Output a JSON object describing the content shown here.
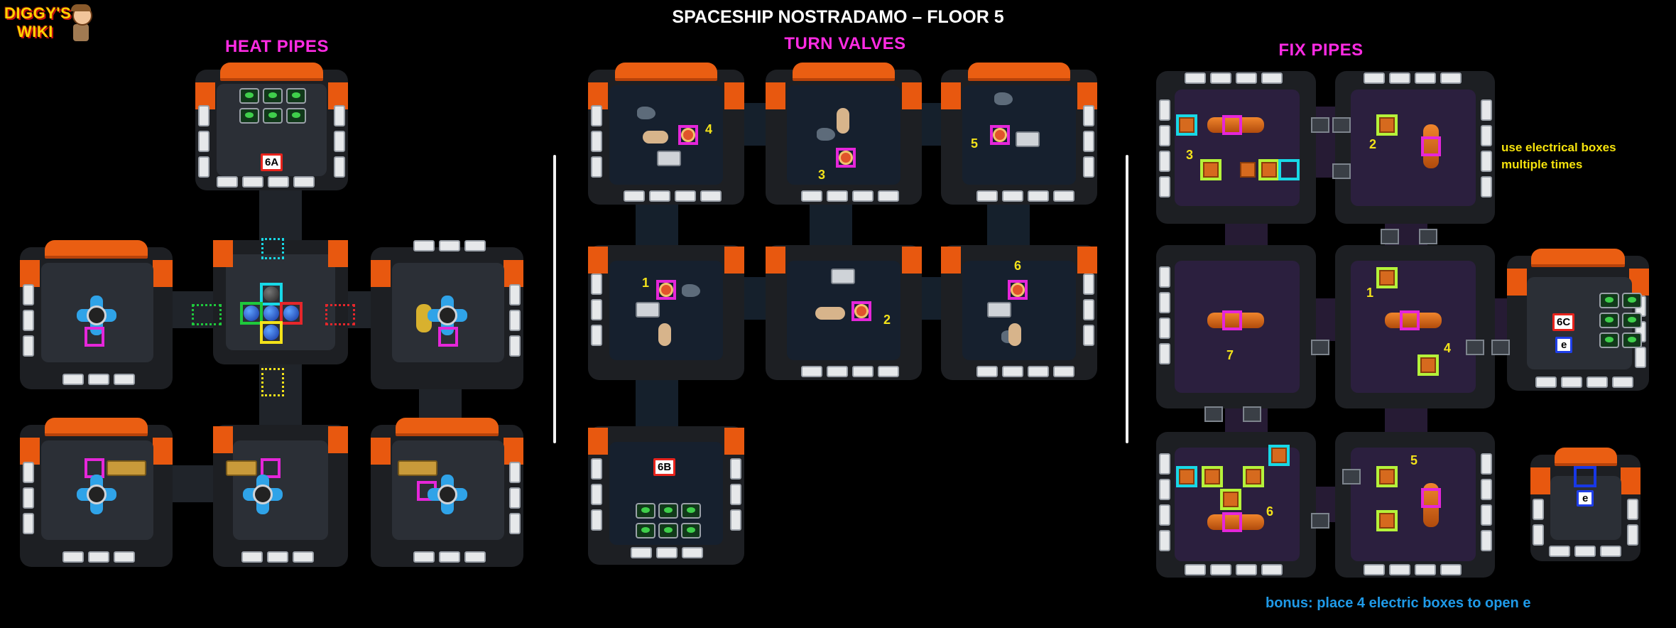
{
  "logo": {
    "line1": "DIGGY'S",
    "line2": "WIKI"
  },
  "title": "SPACESHIP NOSTRADAMO – FLOOR 5",
  "sections": {
    "heat_pipes": "HEAT PIPES",
    "turn_valves": "TURN VALVES",
    "fix_pipes": "FIX PIPES"
  },
  "labels": {
    "exit_6a": "6A",
    "exit_6b": "6B",
    "exit_6c": "6C",
    "e1": "e",
    "e2": "e"
  },
  "valve_numbers": [
    "1",
    "2",
    "3",
    "4",
    "5",
    "6"
  ],
  "fix_numbers": [
    "1",
    "2",
    "3",
    "4",
    "5",
    "6",
    "7"
  ],
  "notes": {
    "electrical_line1": "use electrical boxes",
    "electrical_line2": "multiple times",
    "bonus": "bonus: place 4 electric boxes to open e"
  },
  "colors": {
    "magenta": "#e526d9",
    "yellow": "#f3e21a",
    "cyan": "#18d8e6",
    "lime": "#b5f23a",
    "section_title": "#ff2be3",
    "bonus": "#1f9ae8"
  }
}
